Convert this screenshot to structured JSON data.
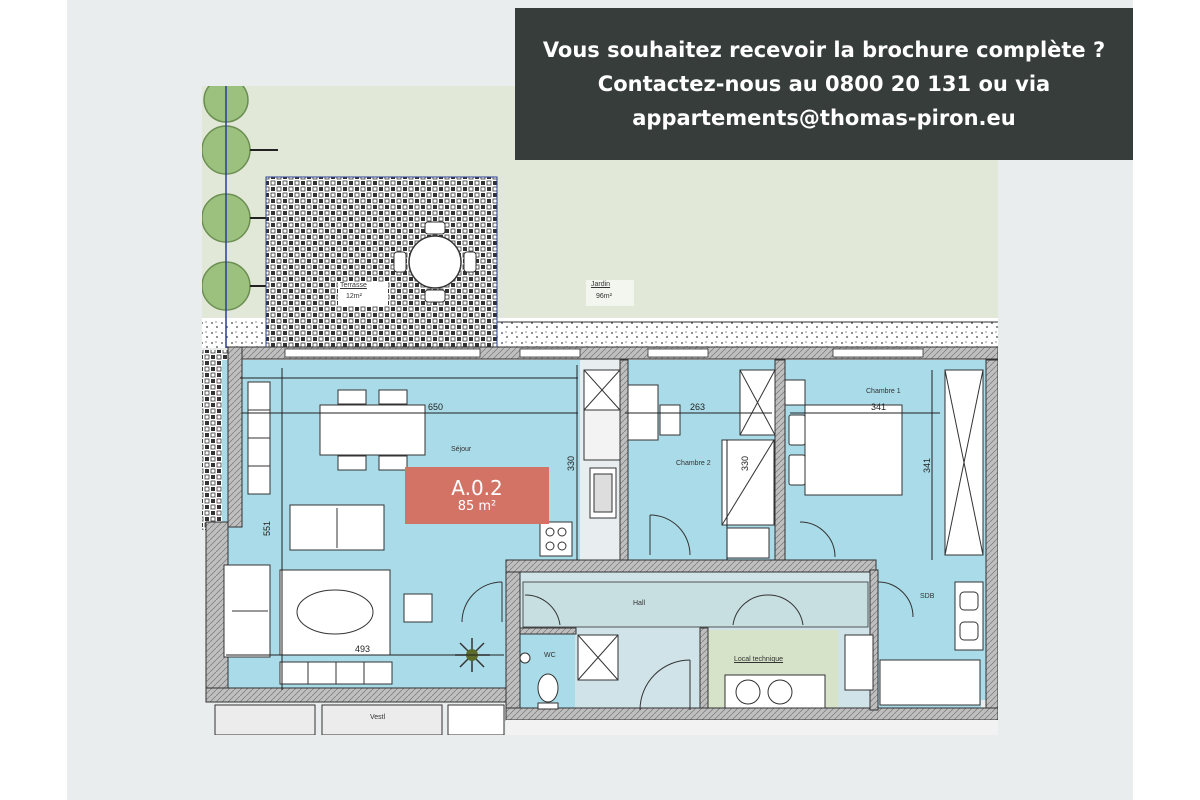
{
  "banner": {
    "line1": "Vous souhaitez recevoir la brochure complète ?",
    "line2": "Contactez-nous au 0800 20 131 ou via",
    "line3": "appartements@thomas-piron.eu"
  },
  "unit": {
    "code": "A.0.2",
    "area": "85 m²"
  },
  "rooms": {
    "terrasse": {
      "name": "Terrasse",
      "area": "12m²"
    },
    "jardin": {
      "name": "Jardin",
      "area": "96m²"
    },
    "sejour": "Séjour",
    "chambre1": "Chambre 1",
    "chambre2": "Chambre 2",
    "hall": "Hall",
    "wc": "WC",
    "sdb": "SDB",
    "local": "Local technique",
    "vestiaire": "Vestl"
  },
  "dimensions": {
    "living_width": "650",
    "living_depth": "551",
    "living_bottom": "493",
    "kitchen": "330",
    "ch2_width": "263",
    "ch2_depth": "330",
    "ch1_width": "341",
    "ch1_depth": "341"
  },
  "colors": {
    "banner_bg": "#363d3a",
    "badge_bg": "#d27365",
    "room_fill": "#a9dbe8",
    "garden": "#e2e8d8"
  }
}
